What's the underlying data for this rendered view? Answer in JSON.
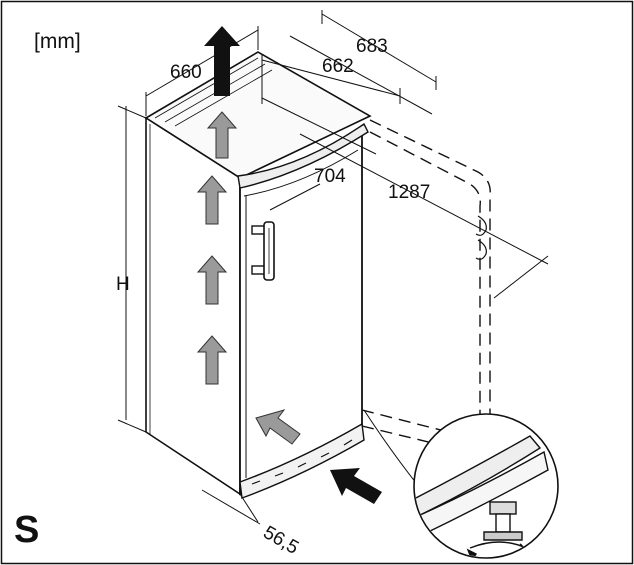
{
  "unit_label": "[mm]",
  "dimensions": {
    "width_top": "660",
    "depth": "662",
    "depth_total": "683",
    "depth_door": "704",
    "depth_door_open": "1287",
    "height": "H",
    "clearance": "56,5"
  },
  "corner_letter": "S",
  "colors": {
    "stroke": "#111111",
    "arrow_fill": "#9a9a9a",
    "arrow_dark": "#111111"
  }
}
